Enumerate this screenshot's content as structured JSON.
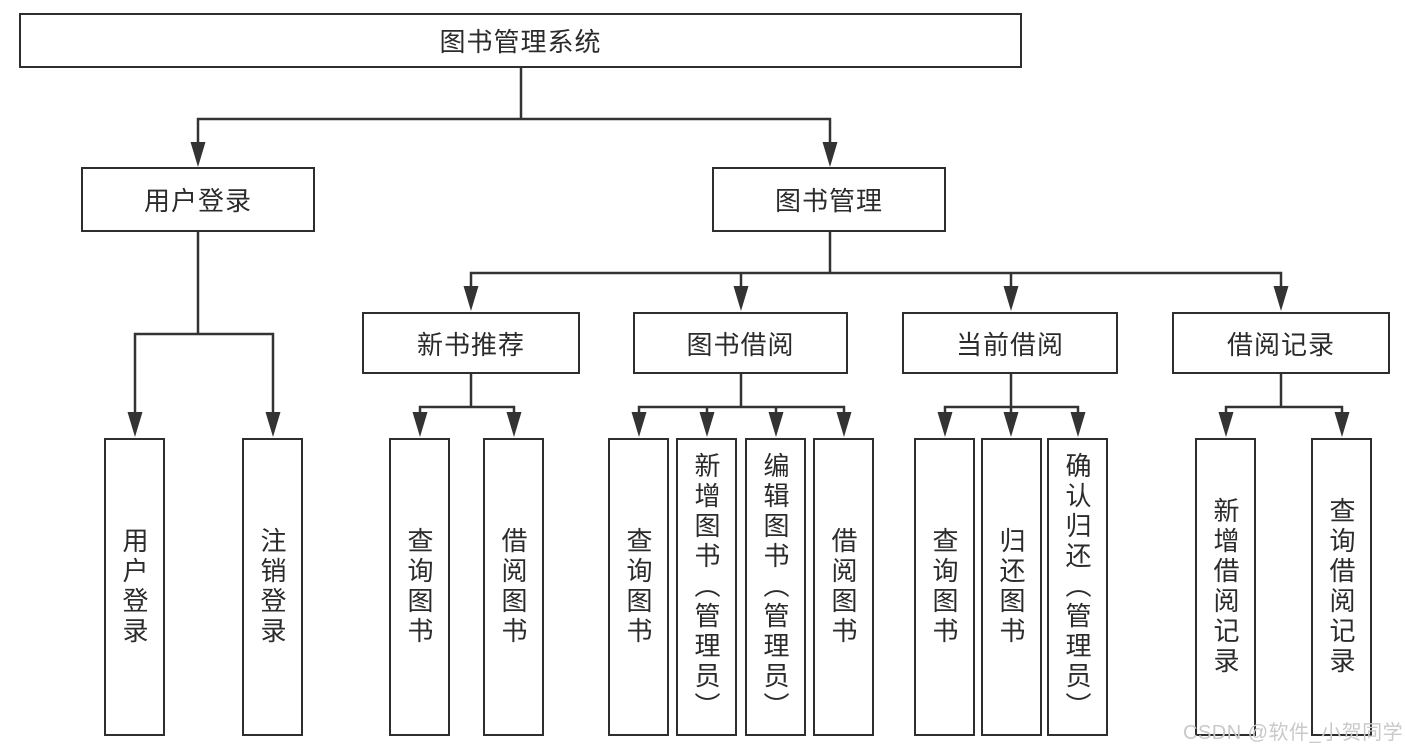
{
  "diagram": {
    "type": "hierarchy-tree",
    "colors": {
      "line": "#333333",
      "box_border": "#2e2e2e",
      "text": "#2b2b2b",
      "background": "#ffffff",
      "watermark": "#c9c9c9"
    }
  },
  "nodes": {
    "root": {
      "label": "图书管理系统"
    },
    "user_login": {
      "label": "用户登录"
    },
    "book_mgmt": {
      "label": "图书管理"
    },
    "new_book_rec": {
      "label": "新书推荐"
    },
    "book_borrow": {
      "label": "图书借阅"
    },
    "current_borrow": {
      "label": "当前借阅"
    },
    "borrow_record": {
      "label": "借阅记录"
    },
    "ul_user_login": {
      "label": "用户登录"
    },
    "ul_logout": {
      "label": "注销登录"
    },
    "nb_query_book": {
      "label": "查询图书"
    },
    "nb_borrow_book": {
      "label": "借阅图书"
    },
    "bb_query_book": {
      "label": "查询图书"
    },
    "bb_add_book": {
      "label": "新增图书（管理员）"
    },
    "bb_edit_book": {
      "label": "编辑图书（管理员）"
    },
    "bb_borrow_book": {
      "label": "借阅图书"
    },
    "cb_query_book": {
      "label": "查询图书"
    },
    "cb_return_book": {
      "label": "归还图书"
    },
    "cb_confirm_ret": {
      "label": "确认归还（管理员）"
    },
    "br_add_record": {
      "label": "新增借阅记录"
    },
    "br_query_record": {
      "label": "查询借阅记录"
    }
  },
  "hierarchy": {
    "root": "图书管理系统",
    "children": [
      {
        "label": "用户登录",
        "children": [
          "用户登录",
          "注销登录"
        ]
      },
      {
        "label": "图书管理",
        "children": [
          {
            "label": "新书推荐",
            "children": [
              "查询图书",
              "借阅图书"
            ]
          },
          {
            "label": "图书借阅",
            "children": [
              "查询图书",
              "新增图书（管理员）",
              "编辑图书（管理员）",
              "借阅图书"
            ]
          },
          {
            "label": "当前借阅",
            "children": [
              "查询图书",
              "归还图书",
              "确认归还（管理员）"
            ]
          },
          {
            "label": "借阅记录",
            "children": [
              "新增借阅记录",
              "查询借阅记录"
            ]
          }
        ]
      }
    ]
  },
  "watermark": {
    "text": "CSDN @软件_小贺同学"
  }
}
